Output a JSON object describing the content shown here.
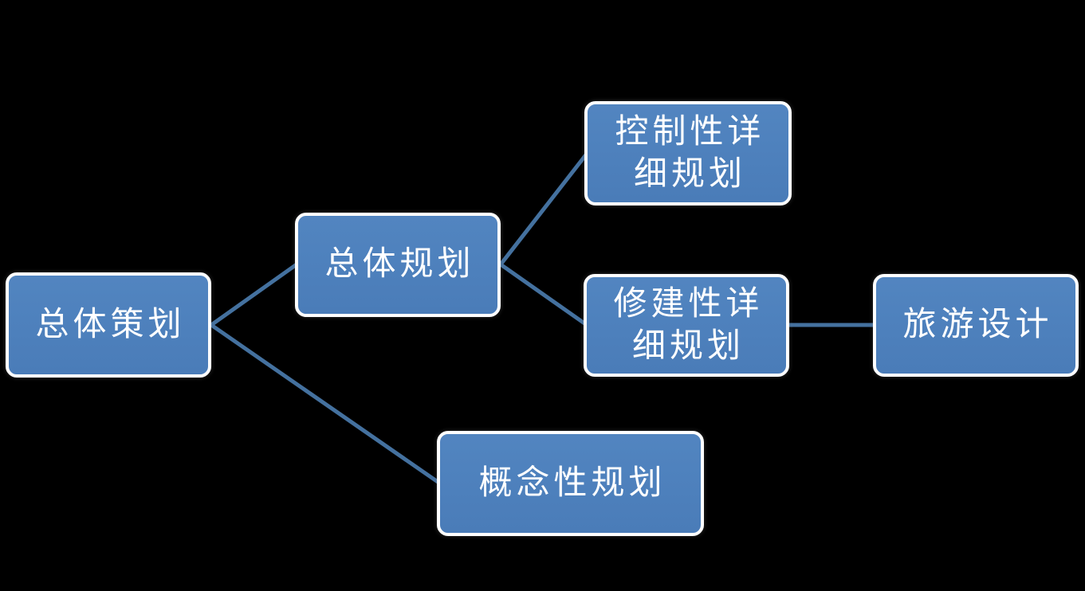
{
  "diagram": {
    "type": "hierarchy-flow",
    "background_color": "#000000",
    "node_fill_color": "#4E81BD",
    "node_border_color": "#FFFFFF",
    "node_text_color": "#FFFFFF",
    "connector_color": "#44719F",
    "nodes": [
      {
        "id": "zongti-cehua",
        "label": "总体策划",
        "line1": "总体策划",
        "line2": ""
      },
      {
        "id": "zongti-guihua",
        "label": "总体规划",
        "line1": "总体规划",
        "line2": ""
      },
      {
        "id": "kongzhixing-xiangxi-guihua",
        "label": "控制性详细规划",
        "line1": "控制性详",
        "line2": "细规划"
      },
      {
        "id": "xiujianxing-xiangxi-guihua",
        "label": "修建性详细规划",
        "line1": "修建性详",
        "line2": "细规划"
      },
      {
        "id": "lvyou-sheji",
        "label": "旅游设计",
        "line1": "旅游设计",
        "line2": ""
      },
      {
        "id": "gainianxing-guihua",
        "label": "概念性规划",
        "line1": "概念性规划",
        "line2": ""
      }
    ],
    "edges": [
      {
        "from": "总体策划",
        "to": "总体规划"
      },
      {
        "from": "总体策划",
        "to": "概念性规划"
      },
      {
        "from": "总体规划",
        "to": "控制性详细规划"
      },
      {
        "from": "总体规划",
        "to": "修建性详细规划"
      },
      {
        "from": "修建性详细规划",
        "to": "旅游设计"
      }
    ]
  }
}
